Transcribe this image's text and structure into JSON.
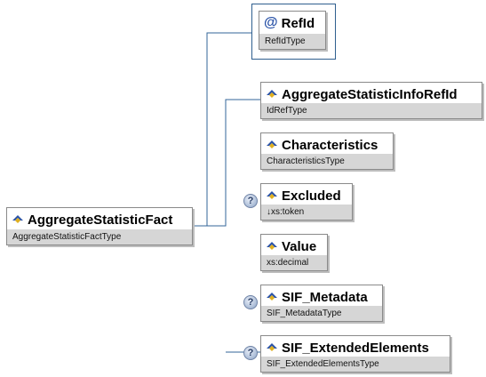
{
  "root": {
    "name": "AggregateStatisticFact",
    "type": "AggregateStatisticFactType"
  },
  "attribute": {
    "symbol": "@",
    "name": "RefId",
    "type": "RefIdType"
  },
  "children": [
    {
      "name": "AggregateStatisticInfoRefId",
      "type": "IdRefType",
      "optional": false
    },
    {
      "name": "Characteristics",
      "type": "CharacteristicsType",
      "optional": false
    },
    {
      "name": "Excluded",
      "type": "↓xs:token",
      "optional": true
    },
    {
      "name": "Value",
      "type": "xs:decimal",
      "optional": false
    },
    {
      "name": "SIF_Metadata",
      "type": "SIF_MetadataType",
      "optional": true
    },
    {
      "name": "SIF_ExtendedElements",
      "type": "SIF_ExtendedElementsType",
      "optional": true
    }
  ],
  "optional_marker": "?",
  "colors": {
    "connector": "#336699",
    "type_bar": "#d6d6d6",
    "icon_blue": "#2a53a8",
    "icon_gold": "#e0b020"
  }
}
